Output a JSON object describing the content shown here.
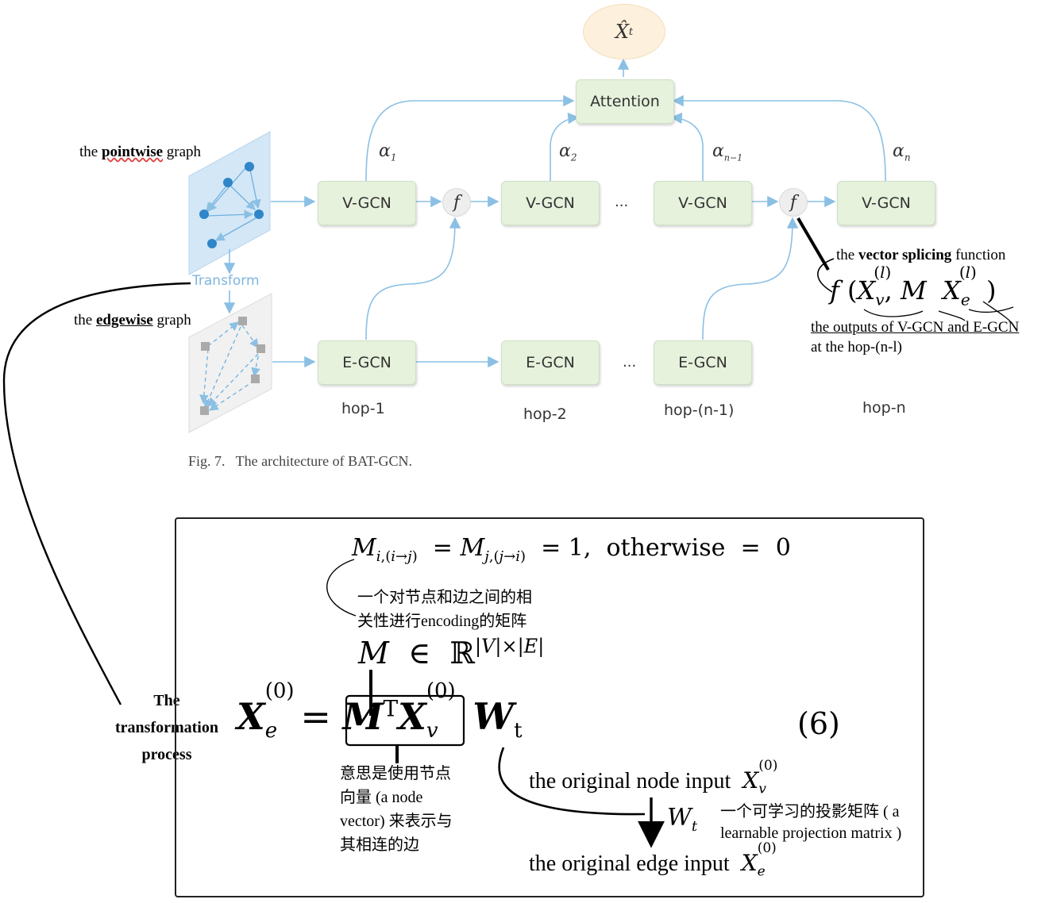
{
  "diagram": {
    "nodes": {
      "output": "X̂",
      "output_sub": "t",
      "attention": "Attention",
      "vgcn": [
        "V-GCN",
        "V-GCN",
        "V-GCN",
        "V-GCN"
      ],
      "egcn": [
        "E-GCN",
        "E-GCN",
        "E-GCN"
      ],
      "f_nodes": [
        "f",
        "f"
      ],
      "dots": [
        "...",
        "..."
      ]
    },
    "alphas": [
      {
        "sym": "α",
        "sub": "1"
      },
      {
        "sym": "α",
        "sub": "2"
      },
      {
        "sym": "α",
        "sub": "n−1"
      },
      {
        "sym": "α",
        "sub": "n"
      }
    ],
    "hops": [
      "hop-1",
      "hop-2",
      "hop-(n-1)",
      "hop-n"
    ],
    "transform_label": "Transform",
    "caption": "Fig. 7.   The architecture of BAT-GCN.",
    "colors": {
      "green_box": "#e6f2dc",
      "output_fill": "#fdf0dc",
      "arrow_blue": "#8bc0e4",
      "node_blue": "#2f86c8",
      "panel_blue": "#d4e7f6"
    }
  },
  "annotations": {
    "pointwise": {
      "pre": "the ",
      "bold": "pointwise",
      "post": " graph"
    },
    "edgewise": {
      "pre": "the ",
      "bold": "edgewise",
      "post": " graph"
    },
    "splicing": {
      "pre": "the ",
      "bold": "vector splicing",
      "post": " function"
    },
    "splicing_formula": "f ( X_v^(l) , M  X_e^(l) )",
    "outputs_line1": "the outputs of V-GCN and E-GCN",
    "outputs_line2": "at the hop-(n-l)",
    "transformation_process": [
      "The",
      "transformation",
      "process"
    ]
  },
  "formula": {
    "top_eq": "M_{i,(i→j)} = M_{j,(j→i)} = 1,  otherwise = 0",
    "m_note_line1": "一个对节点和边之间的相",
    "m_note_line2": "关性进行encoding的矩阵",
    "m_def": "M ∈ ℝ^{|V|×|E|}",
    "main_eq": "X_e^(0) = M^T X_v^(0) W_t",
    "eq_number": "(6)",
    "explain_lines": [
      "意思是使用节点",
      "向量 (a node",
      "vector) 来表示与",
      "其相连的边"
    ],
    "node_input": "the original node input",
    "wt_symbol": "W",
    "wt_sub": "t",
    "wt_note_line1": "一个可学习的投影矩阵 ( a",
    "wt_note_line2": "learnable projection matrix )",
    "edge_input": "the original edge input"
  }
}
